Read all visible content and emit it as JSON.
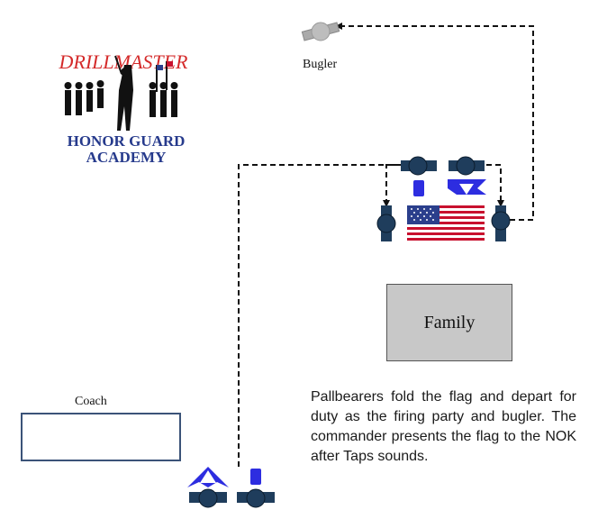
{
  "logo": {
    "line1": "DRILLMASTER",
    "line2": "HONOR GUARD",
    "line3": "ACADEMY",
    "colors": {
      "red": "#d42a2a",
      "blue": "#263a8c",
      "black": "#111111"
    }
  },
  "labels": {
    "bugler": "Bugler",
    "coach": "Coach",
    "family": "Family"
  },
  "description": "Pallbearers fold the flag and depart for duty as the firing party and bugler. The commander presents the flag to the NOK after Taps sounds.",
  "colors": {
    "navy": "#1f3d5c",
    "marker": "#2d2de0",
    "bugler": "#b3b3b3",
    "flag_red": "#c8102e",
    "flag_blue": "#2b3f8c"
  },
  "icons": [
    "pallbearer-icon",
    "commander-icon",
    "bugler-icon",
    "flag-icon",
    "logo-icon"
  ]
}
